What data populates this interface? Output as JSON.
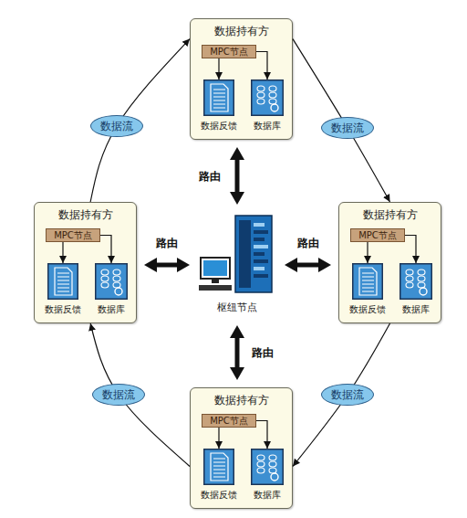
{
  "diagram": {
    "nodes": [
      {
        "text": [
          "数据持有方"
        ]
      },
      {
        "text": [
          "MPC节点"
        ],
        "in": 0
      },
      {
        "text": [
          "数据反馈"
        ],
        "in": 0
      },
      {
        "text": [
          "数据库"
        ],
        "in": 0
      },
      {
        "text": [
          "数据持有方"
        ]
      },
      {
        "text": [
          "MPC节点"
        ],
        "in": 4
      },
      {
        "text": [
          "数据反馈"
        ],
        "in": 4
      },
      {
        "text": [
          "数据库"
        ],
        "in": 4
      },
      {
        "text": [
          "枢纽节点"
        ]
      },
      {
        "text": [
          "数据持有方"
        ]
      },
      {
        "text": [
          "MPC节点"
        ],
        "in": 9
      },
      {
        "text": [
          "数据反馈"
        ],
        "in": 9
      },
      {
        "text": [
          "数据库"
        ],
        "in": 9
      },
      {
        "text": [
          "数据持有方"
        ]
      },
      {
        "text": [
          "MPC节点"
        ],
        "in": 13
      },
      {
        "text": [
          "数据反馈"
        ],
        "in": 13
      },
      {
        "text": [
          "数据库"
        ],
        "in": 13
      }
    ],
    "edges": [
      {
        "from": 4,
        "to": 0,
        "arrow": "to",
        "label": "数据流"
      },
      {
        "from": 0,
        "to": 9,
        "arrow": "to",
        "label": "数据流"
      },
      {
        "from": 9,
        "to": 13,
        "arrow": "to",
        "label": "数据流"
      },
      {
        "from": 13,
        "to": 4,
        "arrow": "to",
        "label": "数据流"
      },
      {
        "from": 8,
        "to": 0,
        "arrow": "both",
        "label": "路由"
      },
      {
        "from": 8,
        "to": 4,
        "arrow": "both",
        "label": "路由"
      },
      {
        "from": 8,
        "to": 9,
        "arrow": "both",
        "label": "路由"
      },
      {
        "from": 8,
        "to": 13,
        "arrow": "both",
        "label": "路由"
      },
      {
        "from": 1,
        "to": 2,
        "arrow": "to"
      },
      {
        "from": 1,
        "to": 3,
        "arrow": "to"
      },
      {
        "from": 5,
        "to": 6,
        "arrow": "to"
      },
      {
        "from": 5,
        "to": 7,
        "arrow": "to"
      },
      {
        "from": 10,
        "to": 11,
        "arrow": "to"
      },
      {
        "from": 10,
        "to": 12,
        "arrow": "to"
      },
      {
        "from": 14,
        "to": 15,
        "arrow": "to"
      },
      {
        "from": 14,
        "to": 16,
        "arrow": "to"
      }
    ]
  }
}
